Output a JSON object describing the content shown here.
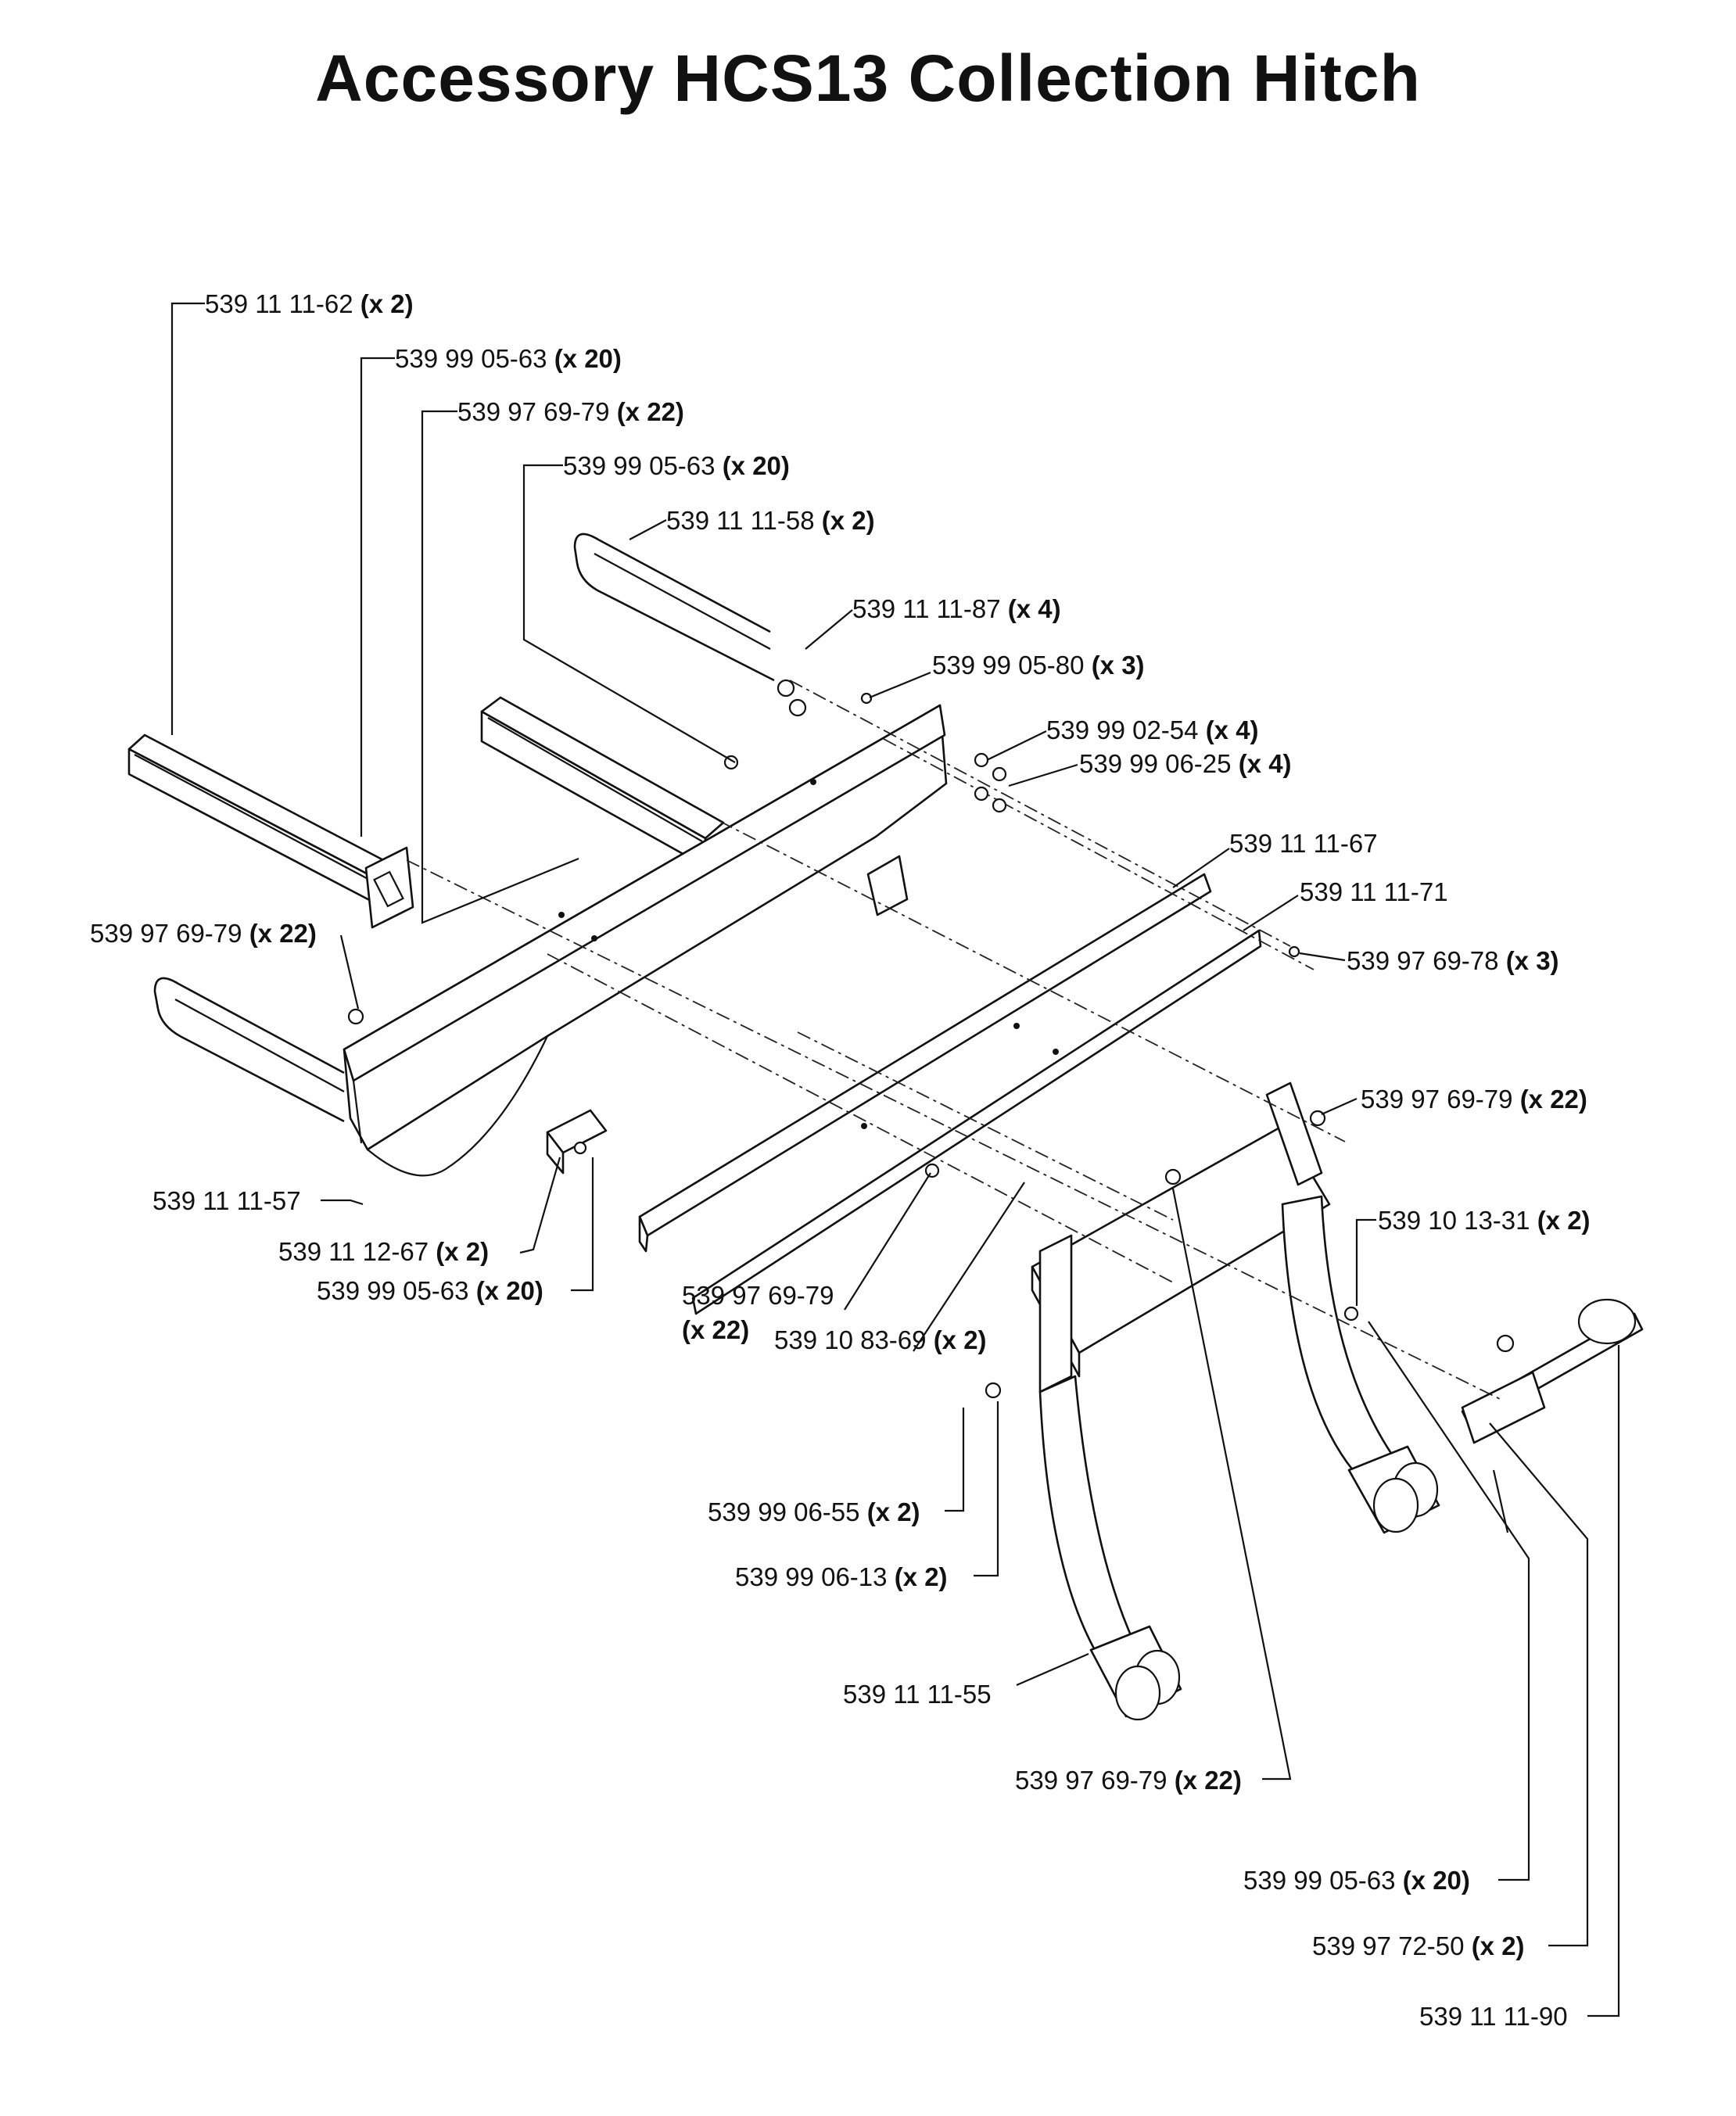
{
  "title": "Accessory HCS13 Collection Hitch",
  "callouts": [
    {
      "part": "539 11 11-62",
      "qty": "(x 2)"
    },
    {
      "part": "539 99 05-63",
      "qty": "(x 20)"
    },
    {
      "part": "539 97 69-79",
      "qty": "(x 22)"
    },
    {
      "part": "539 99 05-63",
      "qty": "(x 20)"
    },
    {
      "part": "539 11 11-58",
      "qty": "(x 2)"
    },
    {
      "part": "539 11 11-87",
      "qty": "(x 4)"
    },
    {
      "part": "539 99 05-80",
      "qty": "(x 3)"
    },
    {
      "part": "539 99 02-54",
      "qty": "(x 4)"
    },
    {
      "part": "539 99 06-25",
      "qty": "(x 4)"
    },
    {
      "part": "539 11 11-67",
      "qty": ""
    },
    {
      "part": "539 11 11-71",
      "qty": ""
    },
    {
      "part": "539 97 69-79",
      "qty": "(x 22)"
    },
    {
      "part": "539 97 69-78",
      "qty": "(x 3)"
    },
    {
      "part": "539 97 69-79",
      "qty": "(x 22)"
    },
    {
      "part": "539 11 11-57",
      "qty": ""
    },
    {
      "part": "539 10 13-31",
      "qty": "(x 2)"
    },
    {
      "part": "539 11 12-67",
      "qty": "(x 2)"
    },
    {
      "part": "539 99 05-63",
      "qty": "(x 20)"
    },
    {
      "part": "539 97 69-79",
      "qty": "(x 22)"
    },
    {
      "part": "539 10 83-69",
      "qty": "(x 2)"
    },
    {
      "part": "539 99 06-55",
      "qty": "(x 2)"
    },
    {
      "part": "539 99 06-13",
      "qty": "(x 2)"
    },
    {
      "part": "539 11 11-55",
      "qty": ""
    },
    {
      "part": "539 97 69-79",
      "qty": "(x 22)"
    },
    {
      "part": "539 99 05-63",
      "qty": "(x 20)"
    },
    {
      "part": "539 97 72-50",
      "qty": "(x 2)"
    },
    {
      "part": "539 11 11-90",
      "qty": ""
    }
  ]
}
